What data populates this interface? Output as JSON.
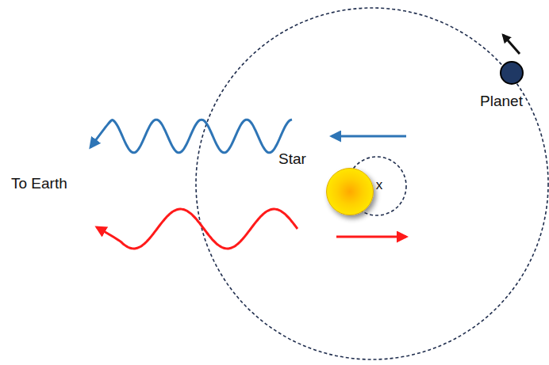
{
  "diagram": {
    "nodes": [
      {
        "text": [
          "Star"
        ]
      },
      {
        "text": [
          "Planet"
        ]
      }
    ],
    "labels": [
      "To Earth",
      "x"
    ]
  }
}
